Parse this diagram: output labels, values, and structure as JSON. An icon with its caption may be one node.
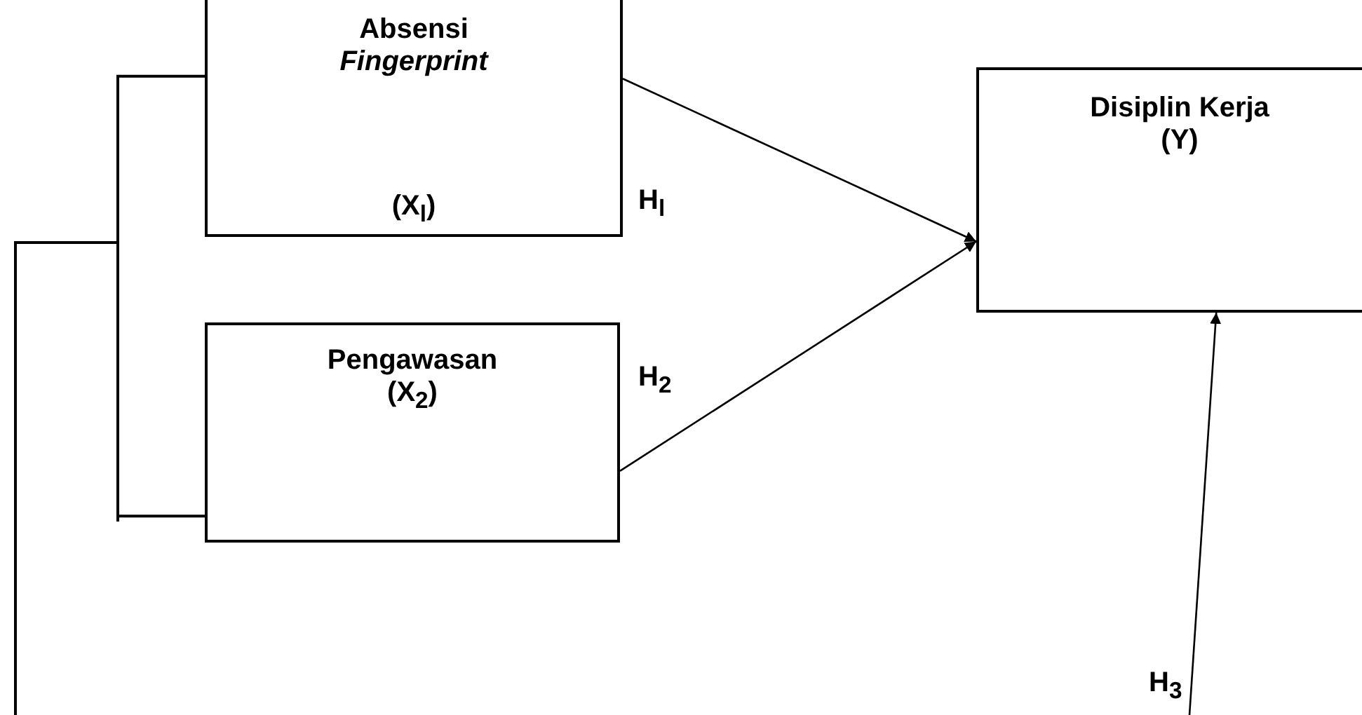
{
  "diagram": {
    "nodes": [
      {
        "text": [
          "Absensi *Fingerprint*",
          "(X$_{l}$)"
        ]
      },
      {
        "text": [
          "Pengawasan (X$_{2}$)"
        ]
      },
      {
        "text": [
          "Disiplin Kerja (Y)"
        ]
      }
    ],
    "edges": [
      {
        "from": 0,
        "to": 2,
        "arrow": "to",
        "label": "H$_{l}$"
      },
      {
        "from": 1,
        "to": 2,
        "arrow": "to",
        "label": "H$_{2}$"
      },
      {
        "from": null,
        "to": 2,
        "arrow": "to",
        "label": "H$_{3}$"
      },
      {
        "from": 0,
        "to": 1,
        "arrow": "none"
      }
    ]
  }
}
